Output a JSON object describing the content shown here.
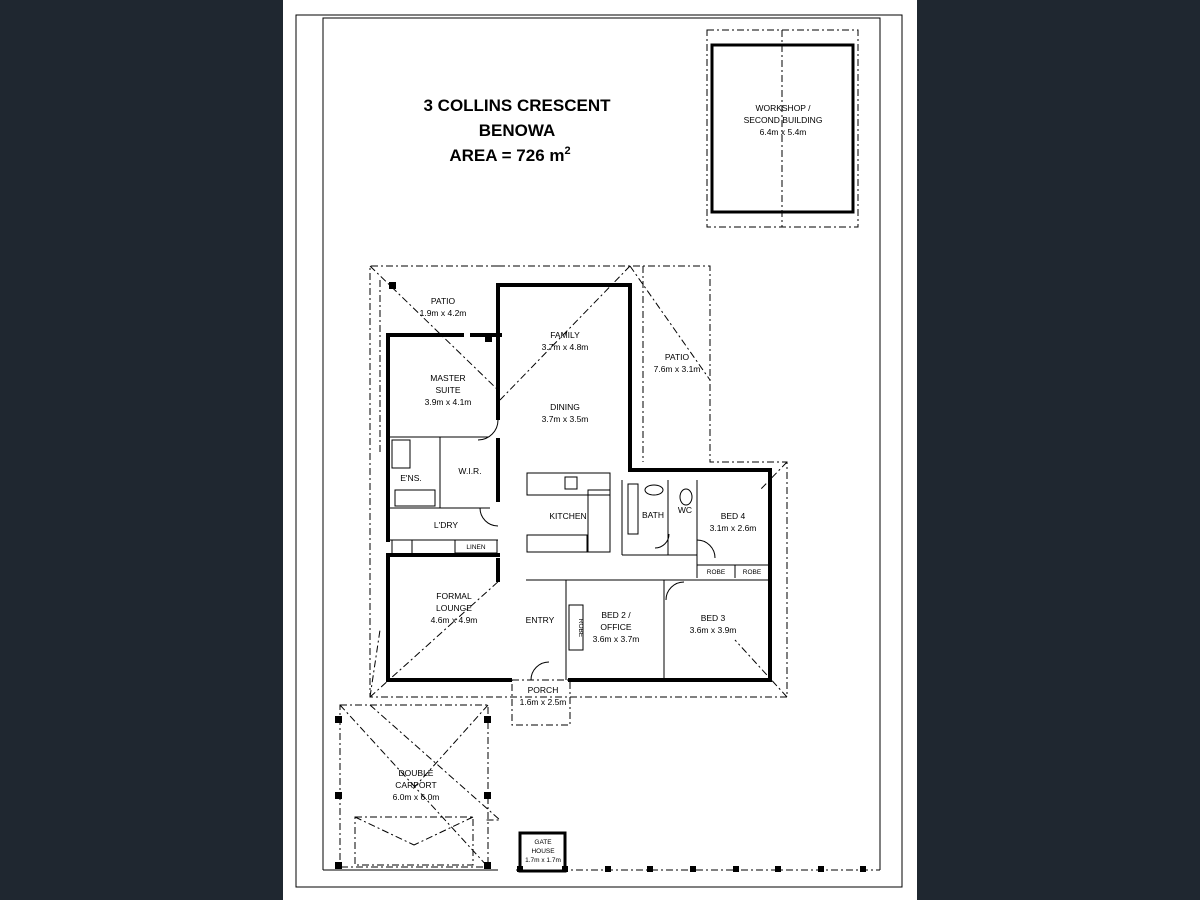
{
  "title": {
    "line1": "3 COLLINS CRESCENT",
    "line2": "BENOWA",
    "area_label": "AREA = 726 m",
    "area_sup": "2"
  },
  "workshop": {
    "name1": "WORKSHOP /",
    "name2": "SECOND BUILDING",
    "size": "6.4m x 5.4m"
  },
  "rooms": {
    "patio_left": {
      "name": "PATIO",
      "size": "1.9m x 4.2m"
    },
    "patio_right": {
      "name": "PATIO",
      "size": "7.6m x 3.1m"
    },
    "master": {
      "name1": "MASTER",
      "name2": "SUITE",
      "size": "3.9m x 4.1m"
    },
    "family": {
      "name": "FAMILY",
      "size": "3.7m x 4.8m"
    },
    "dining": {
      "name": "DINING",
      "size": "3.7m x 3.5m"
    },
    "ens": {
      "name": "E'NS."
    },
    "wir": {
      "name": "W.I.R."
    },
    "ldry": {
      "name": "L'DRY"
    },
    "linen": {
      "name": "LINEN"
    },
    "kitchen": {
      "name": "KITCHEN"
    },
    "bath": {
      "name": "BATH"
    },
    "wc": {
      "name": "WC"
    },
    "bed4": {
      "name": "BED 4",
      "size": "3.1m x 2.6m"
    },
    "robe1": {
      "name": "ROBE"
    },
    "robe2": {
      "name": "ROBE"
    },
    "robe3": {
      "name": "ROBE"
    },
    "lounge": {
      "name1": "FORMAL",
      "name2": "LOUNGE",
      "size": "4.6m x 4.9m"
    },
    "entry": {
      "name": "ENTRY"
    },
    "bed2": {
      "name1": "BED 2 /",
      "name2": "OFFICE",
      "size": "3.6m x 3.7m"
    },
    "bed3": {
      "name": "BED 3",
      "size": "3.6m x 3.9m"
    },
    "porch": {
      "name": "PORCH",
      "size": "1.6m x 2.5m"
    },
    "carport": {
      "name1": "DOUBLE",
      "name2": "CARPORT",
      "size": "6.0m x 6.0m"
    },
    "gatehouse": {
      "name1": "GATE",
      "name2": "HOUSE",
      "size": "1.7m x 1.7m"
    }
  }
}
